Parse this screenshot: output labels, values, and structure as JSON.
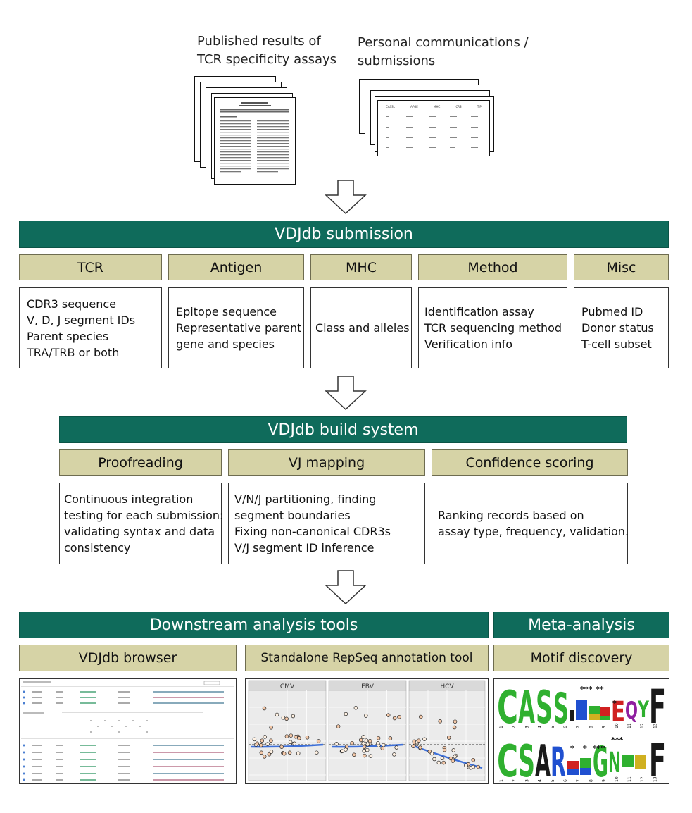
{
  "sources": {
    "published": [
      "Published results of",
      "TCR specificity assays"
    ],
    "personal": [
      "Personal communications /",
      "submissions"
    ]
  },
  "submission": {
    "title": "VDJdb submission",
    "columns": [
      {
        "header": "TCR",
        "lines": [
          "CDR3 sequence",
          "V, D, J segment IDs",
          "Parent species",
          "TRA/TRB or both"
        ]
      },
      {
        "header": "Antigen",
        "lines": [
          "Epitope sequence",
          "Representative parent",
          "gene and species"
        ]
      },
      {
        "header": "MHC",
        "lines": [
          "Class and alleles"
        ]
      },
      {
        "header": "Method",
        "lines": [
          "Identification assay",
          "TCR sequencing method",
          "Verification info"
        ]
      },
      {
        "header": "Misc",
        "lines": [
          "Pubmed ID",
          "Donor status",
          "T-cell subset"
        ]
      }
    ]
  },
  "build": {
    "title": "VDJdb build system",
    "columns": [
      {
        "header": "Proofreading",
        "lines": [
          "Continuous integration",
          "testing for each submission:",
          "validating syntax and data",
          "consistency"
        ]
      },
      {
        "header": "VJ mapping",
        "lines": [
          "V/N/J partitioning, finding",
          "segment boundaries",
          "Fixing non-canonical CDR3s",
          "V/J segment ID inference"
        ]
      },
      {
        "header": "Confidence scoring",
        "lines": [
          "Ranking records based on",
          "assay type, frequency, validation."
        ]
      }
    ]
  },
  "downstream": {
    "title": "Downstream analysis tools",
    "browser": "VDJdb browser",
    "annotation": "Standalone RepSeq annotation tool",
    "facets": [
      "CMV",
      "EBV",
      "HCV"
    ]
  },
  "meta": {
    "title": "Meta-analysis",
    "motif": "Motif discovery",
    "logo1": [
      "C",
      "A",
      "S",
      "S",
      "E",
      "Q",
      "Y",
      "F"
    ],
    "logo2": [
      "C",
      "S",
      "A",
      "R",
      "G",
      "N",
      "F"
    ],
    "ticks": [
      "1",
      "2",
      "3",
      "4",
      "5",
      "6",
      "7",
      "8",
      "9",
      "10",
      "11",
      "12",
      "13"
    ]
  },
  "table_doc": {
    "headers": [
      "CASSL",
      "AFGE",
      "MHC",
      "CRS",
      "TIP"
    ]
  }
}
